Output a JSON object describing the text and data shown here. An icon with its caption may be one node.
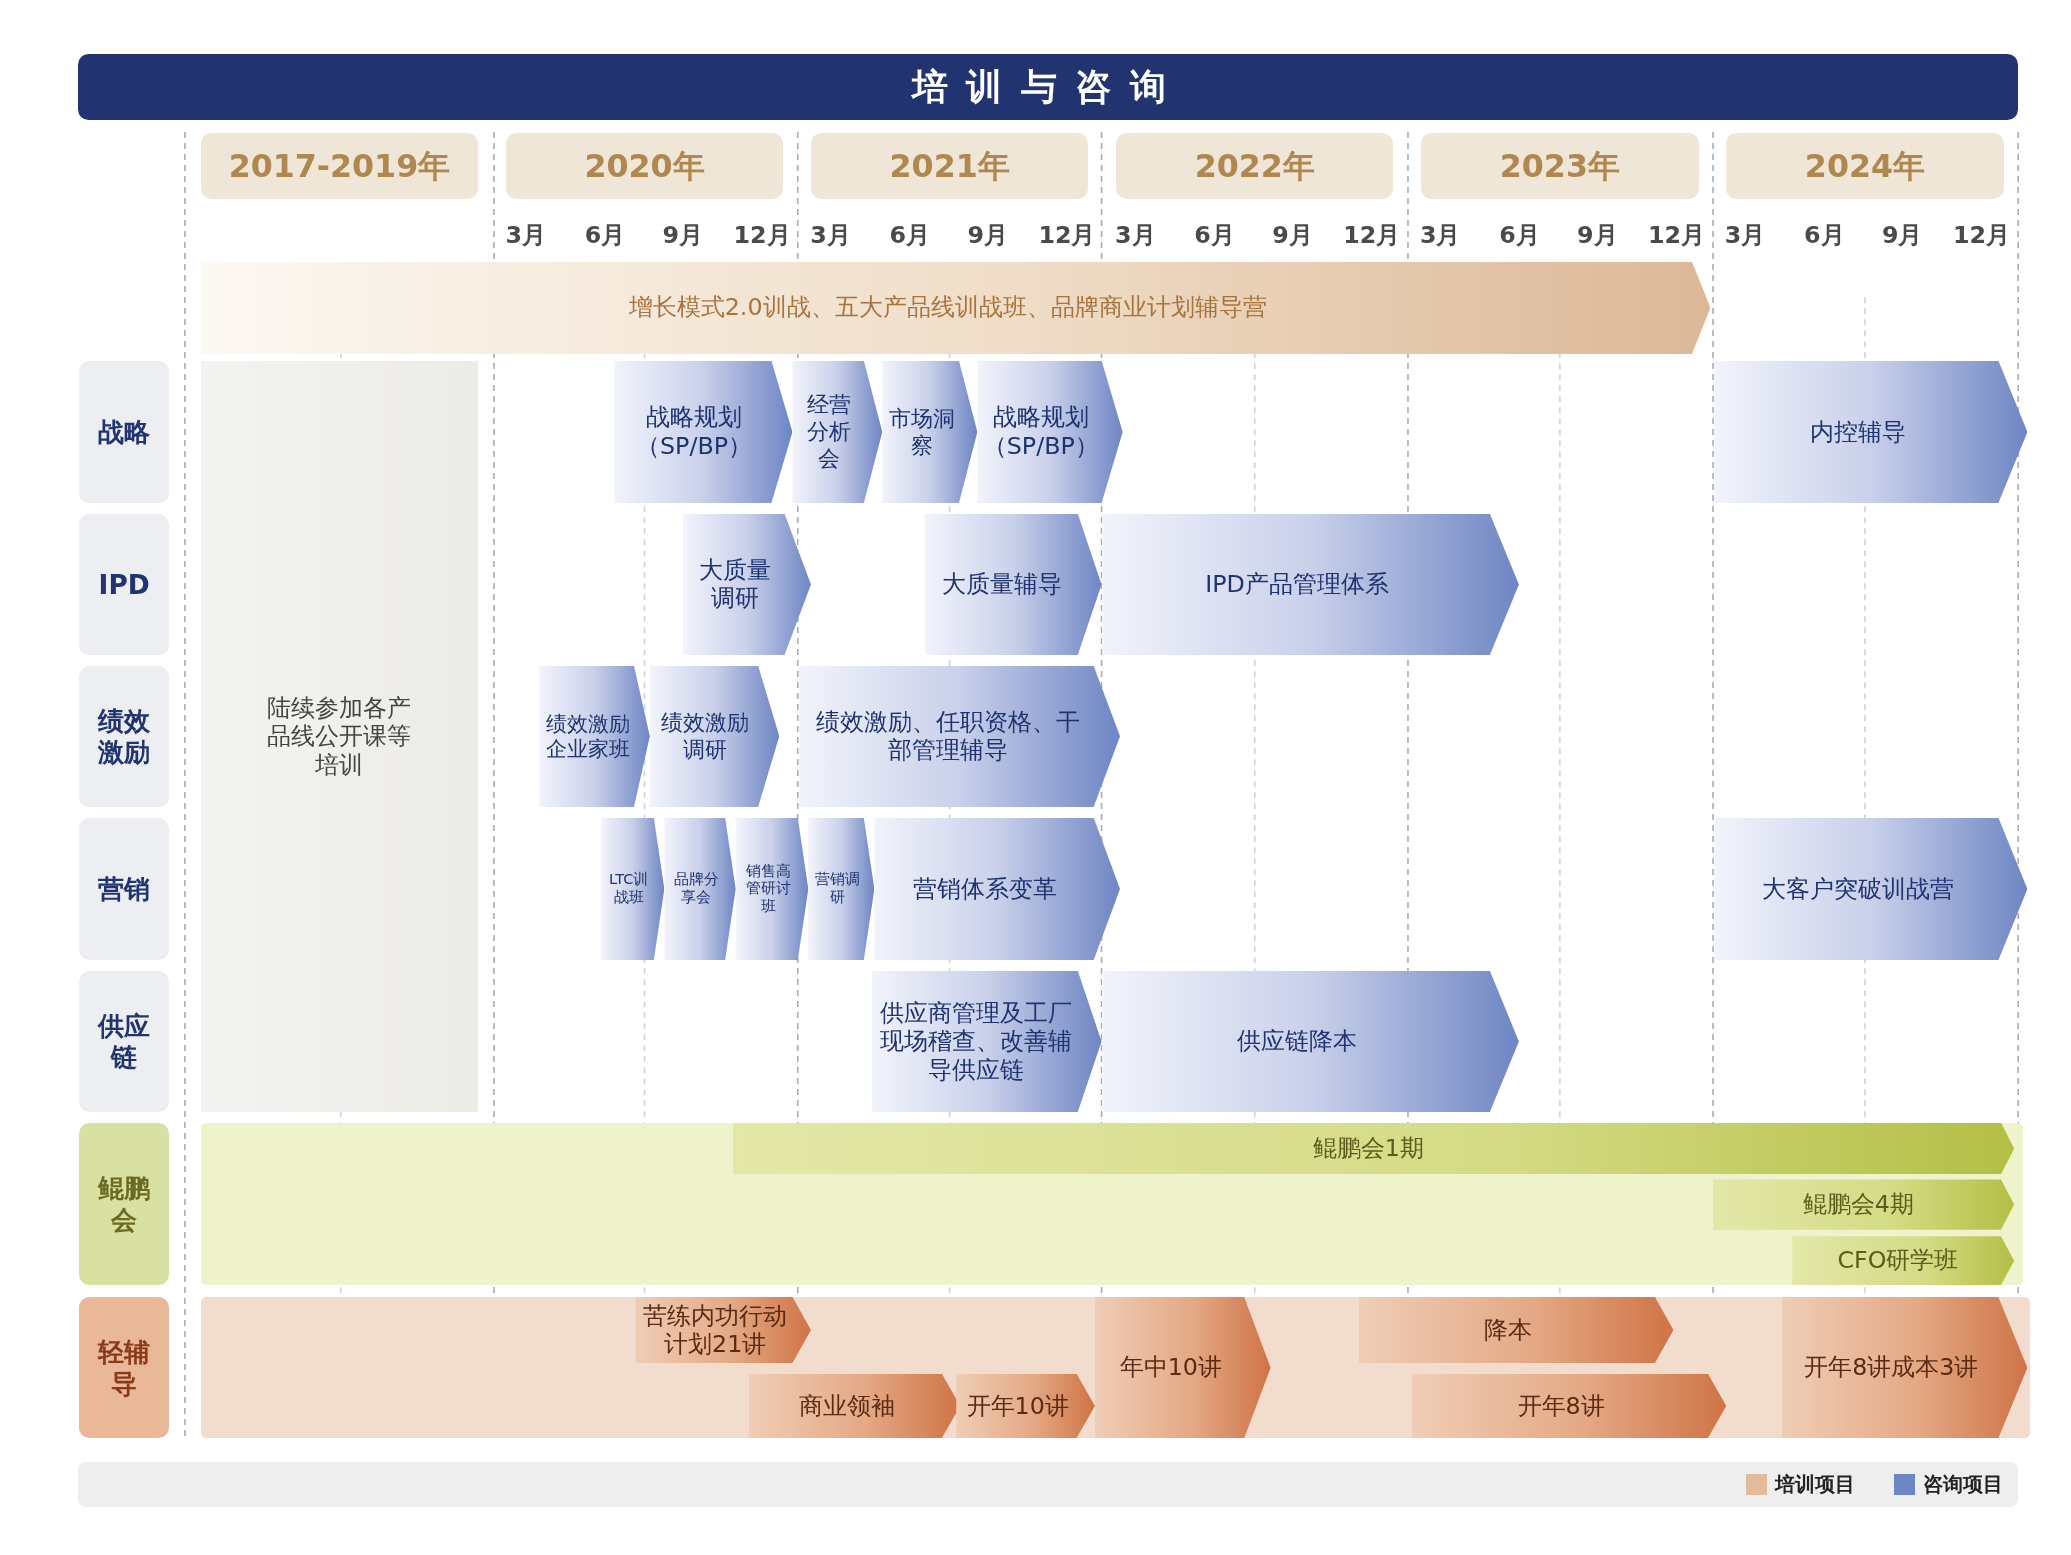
{
  "diagram": {
    "title": "培训与咨询",
    "nodes": [
      {
        "text": [
          "2017-2019年"
        ]
      },
      {
        "text": [
          "2020年"
        ]
      },
      {
        "text": [
          "2021年"
        ]
      },
      {
        "text": [
          "2022年"
        ]
      },
      {
        "text": [
          "2023年"
        ]
      },
      {
        "text": [
          "2024年"
        ]
      },
      {
        "text": [
          "增长模式2.0训战、五大产品线训战班、品牌商业计划辅导营"
        ]
      },
      {
        "text": [
          "陆续参加各产品线公开课等培训"
        ]
      },
      {
        "text": [
          "战略"
        ]
      },
      {
        "text": [
          "战略规划（SP/BP）"
        ]
      },
      {
        "text": [
          "经营分析会"
        ]
      },
      {
        "text": [
          "市场洞察"
        ]
      },
      {
        "text": [
          "战略规划（SP/BP）"
        ]
      },
      {
        "text": [
          "内控辅导"
        ]
      },
      {
        "text": [
          "IPD"
        ]
      },
      {
        "text": [
          "大质量调研"
        ]
      },
      {
        "text": [
          "大质量辅导"
        ]
      },
      {
        "text": [
          "IPD产品管理体系"
        ]
      },
      {
        "text": [
          "绩效激励"
        ]
      },
      {
        "text": [
          "绩效激励企业家班"
        ]
      },
      {
        "text": [
          "绩效激励调研"
        ]
      },
      {
        "text": [
          "绩效激励、任职资格、干部管理辅导"
        ]
      },
      {
        "text": [
          "营销"
        ]
      },
      {
        "text": [
          "LTC训战班"
        ]
      },
      {
        "text": [
          "品牌分享会"
        ]
      },
      {
        "text": [
          "销售高管研讨班"
        ]
      },
      {
        "text": [
          "营销调研"
        ]
      },
      {
        "text": [
          "营销体系变革"
        ]
      },
      {
        "text": [
          "大客户突破训战营"
        ]
      },
      {
        "text": [
          "供应链"
        ]
      },
      {
        "text": [
          "供应商管理及工厂现场稽查、改善辅导供应链"
        ]
      },
      {
        "text": [
          "供应链降本"
        ]
      },
      {
        "text": [
          "鲲鹏会"
        ]
      },
      {
        "text": [],
        "shape": "bar"
      },
      {
        "text": [
          "鲲鹏会1期"
        ],
        "in": 33
      },
      {
        "text": [
          "鲲鹏会4期"
        ],
        "in": 33
      },
      {
        "text": [
          "CFO研学班"
        ],
        "in": 33
      },
      {
        "text": [
          "轻辅导"
        ]
      },
      {
        "text": [],
        "shape": "bar"
      },
      {
        "text": [
          "苦练内功行动计划21讲"
        ],
        "in": 38
      },
      {
        "text": [
          "商业领袖"
        ],
        "in": 38
      },
      {
        "text": [
          "开年10讲"
        ],
        "in": 38
      },
      {
        "text": [
          "年中10讲"
        ],
        "in": 38
      },
      {
        "text": [
          "降本"
        ],
        "in": 38
      },
      {
        "text": [
          "开年8讲"
        ],
        "in": 38
      },
      {
        "text": [
          "开年8讲成本3讲"
        ],
        "in": 38
      }
    ],
    "labels": [
      "3月",
      "6月",
      "9月",
      "12月",
      "3月",
      "6月",
      "9月",
      "12月",
      "3月",
      "6月",
      "9月",
      "12月",
      "3月",
      "6月",
      "9月",
      "12月",
      "3月",
      "6月",
      "9月",
      "12月"
    ],
    "legend": [
      {
        "text": "培训项目",
        "color": "#e0bc98"
      },
      {
        "text": "咨询项目",
        "color": "#6f86c4"
      }
    ]
  }
}
